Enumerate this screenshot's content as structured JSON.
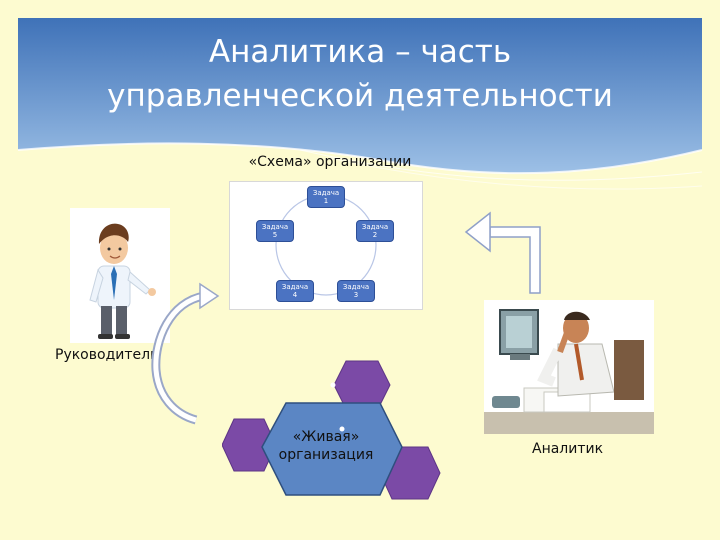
{
  "slide": {
    "title_line1": "Аналитика – часть",
    "title_line2": "управленческой деятельности"
  },
  "scheme": {
    "caption": "«Схема» организации",
    "tasks": [
      {
        "name": "Задача",
        "num": "1"
      },
      {
        "name": "Задача",
        "num": "2"
      },
      {
        "name": "Задача",
        "num": "3"
      },
      {
        "name": "Задача",
        "num": "4"
      },
      {
        "name": "Задача",
        "num": "5"
      }
    ]
  },
  "manager": {
    "label": "Руководитель"
  },
  "analyst": {
    "label": "Аналитик"
  },
  "living_org": {
    "line1": "«Живая»",
    "line2": "организация"
  },
  "colors": {
    "background": "#fdfbd0",
    "title_band": "#5b8bc9",
    "task_fill": "#4b73c2",
    "hex_purple": "#7b4aa6",
    "hex_blue": "#5b86c4"
  }
}
